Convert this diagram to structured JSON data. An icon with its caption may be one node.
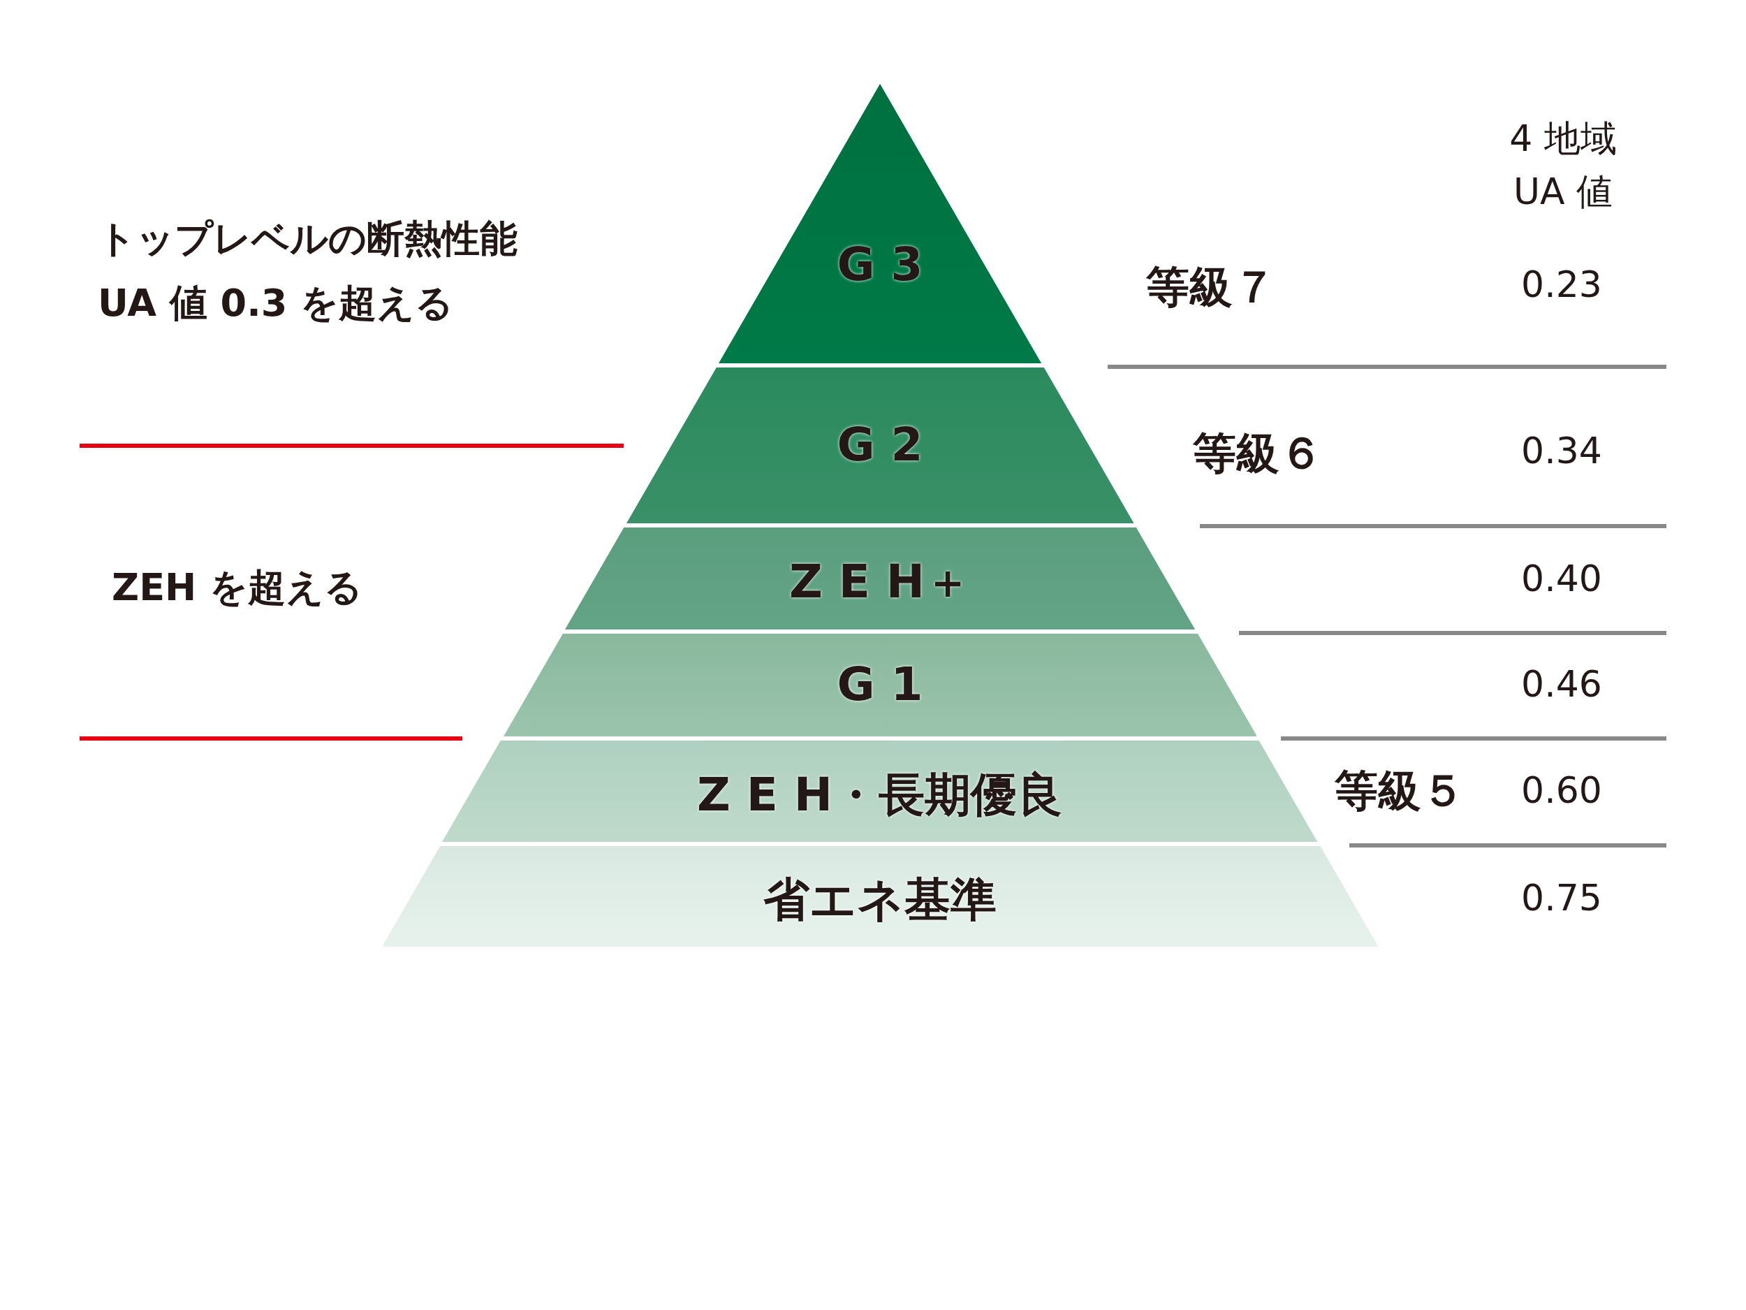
{
  "diagram": {
    "nodes": [
      {
        "text": [
          "G 3"
        ]
      },
      {
        "text": [
          "G 2"
        ]
      },
      {
        "text": [
          "Z E H＋"
        ]
      },
      {
        "text": [
          "G 1"
        ]
      },
      {
        "text": [
          "Z E H・長期優良"
        ]
      },
      {
        "text": [
          "省エネ基準"
        ]
      }
    ],
    "labels": [
      "4 地域 UA 値",
      "トップレベルの断熱性能",
      "UA 値 0.3 を超える",
      "等級７",
      "0.23",
      "等級６",
      "0.34",
      "ZEH を超える",
      "0.40",
      "0.46",
      "等級５",
      "0.60",
      "0.75"
    ]
  }
}
